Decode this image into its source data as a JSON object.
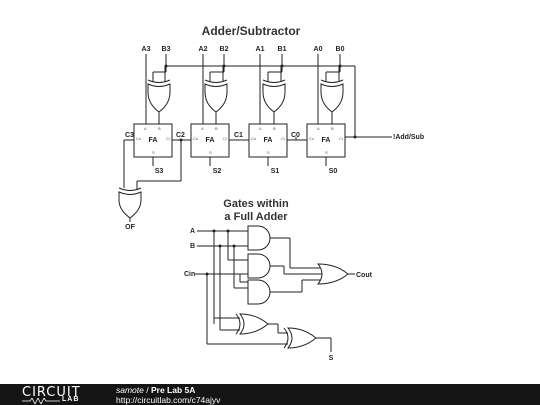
{
  "diagram": {
    "title": "Adder/Subtractor",
    "inputs": [
      "A3",
      "B3",
      "A2",
      "B2",
      "A1",
      "B1",
      "A0",
      "B0"
    ],
    "carries": [
      "C3",
      "C2",
      "C1",
      "C0"
    ],
    "sums": [
      "S3",
      "S2",
      "S1",
      "S0"
    ],
    "control": "!Add/Sub",
    "overflow": "OF",
    "block_label": "FA",
    "pin_a": "A",
    "pin_b": "B",
    "pin_co": "Co",
    "pin_ci": "Ci",
    "pin_s": "S",
    "detail_title_1": "Gates within",
    "detail_title_2": "a Full Adder",
    "detail_inputs": [
      "A",
      "B",
      "Cin"
    ],
    "detail_outputs": [
      "Cout",
      "S"
    ]
  },
  "footer": {
    "brand_1": "CIRCUIT",
    "brand_2": "LAB",
    "author": "samote",
    "separator": " / ",
    "project": "Pre Lab 5A",
    "url": "http://circuitlab.com/c74ajyv"
  }
}
